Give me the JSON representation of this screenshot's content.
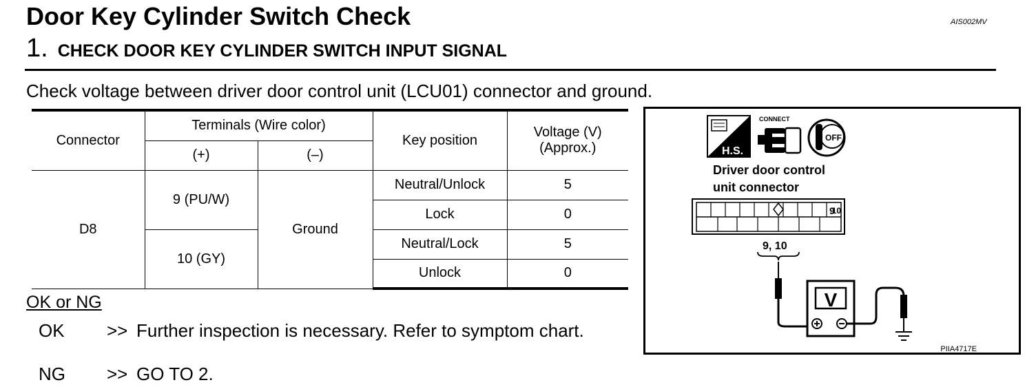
{
  "header": {
    "title": "Door Key Cylinder Switch Check",
    "ref_code": "AIS002MV",
    "step_number": "1.",
    "step_title": "CHECK DOOR KEY CYLINDER SWITCH INPUT SIGNAL"
  },
  "instruction": "Check voltage between driver door control unit (LCU01) connector and ground.",
  "table": {
    "headers": {
      "connector": "Connector",
      "terminals": "Terminals (Wire color)",
      "plus": "(+)",
      "minus": "(–)",
      "key_position": "Key position",
      "voltage_line1": "Voltage (V)",
      "voltage_line2": "(Approx.)"
    },
    "connector": "D8",
    "minus_value": "Ground",
    "groups": [
      {
        "plus": "9 (PU/W)",
        "rows": [
          {
            "key": "Neutral/Unlock",
            "voltage": "5"
          },
          {
            "key": "Lock",
            "voltage": "0"
          }
        ]
      },
      {
        "plus": "10 (GY)",
        "rows": [
          {
            "key": "Neutral/Lock",
            "voltage": "5"
          },
          {
            "key": "Unlock",
            "voltage": "0"
          }
        ]
      }
    ]
  },
  "results": {
    "heading": "OK or NG",
    "ok_code": "OK",
    "ok_arrow": ">>",
    "ok_text": "Further inspection is necessary. Refer to symptom chart.",
    "ng_code": "NG",
    "ng_arrow": ">>",
    "ng_text": "GO TO 2."
  },
  "diagram": {
    "hs_label": "H.S.",
    "connect_label": "CONNECT",
    "off_label": "OFF",
    "connector_label_line1": "Driver door control",
    "connector_label_line2": "unit connector",
    "pin_9": "9",
    "pin_10": "10",
    "probe_label": "9, 10",
    "meter_label": "V",
    "figure_code": "PIIA4717E"
  }
}
